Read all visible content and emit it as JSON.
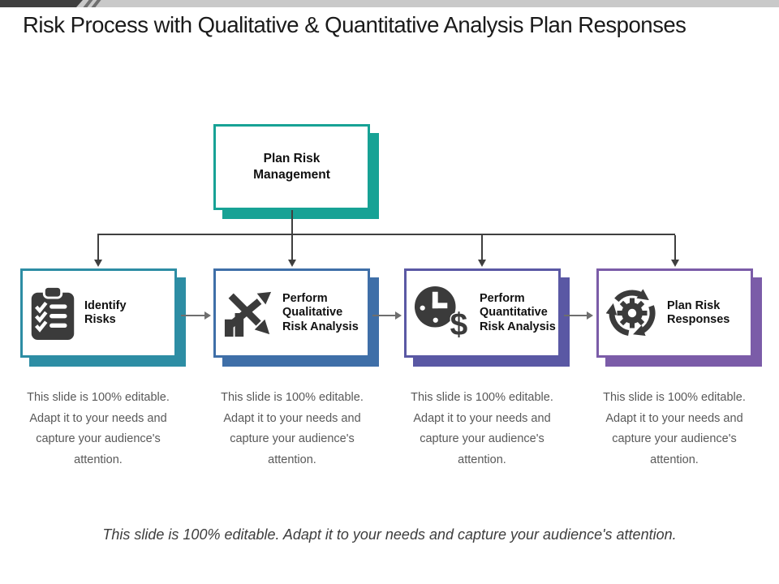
{
  "slide": {
    "title": "Risk Process with Qualitative & Quantitative Analysis Plan Responses",
    "footer_note": "This slide is 100% editable. Adapt it to your needs and capture your audience's attention."
  },
  "diagram": {
    "root": {
      "label": "Plan Risk\nManagement",
      "color": "#17a295"
    },
    "steps": [
      {
        "label": "Identify\nRisks",
        "icon": "clipboard-checklist-icon",
        "color": "#2d8da4"
      },
      {
        "label": "Perform\nQualitative\nRisk Analysis",
        "icon": "chart-arrows-icon",
        "color": "#3f6fa8"
      },
      {
        "label": "Perform\nQuantitative\nRisk Analysis",
        "icon": "clock-dollar-icon",
        "color": "#5a58a4"
      },
      {
        "label": "Plan Risk\nResponses",
        "icon": "gear-cycle-icon",
        "color": "#7b5ca8"
      }
    ],
    "caption_lines": [
      "This slide is 100% editable.",
      "Adapt it to your needs and",
      "capture your audience's",
      "attention."
    ]
  },
  "colors": {
    "connector": "#3f3f3f",
    "gap_arrow": "#6e6e6e",
    "caption_text": "#595959",
    "header_bar": "#c9c9c9",
    "header_accent": "#3f3f3f",
    "icon_ink": "#3b3b3b"
  }
}
